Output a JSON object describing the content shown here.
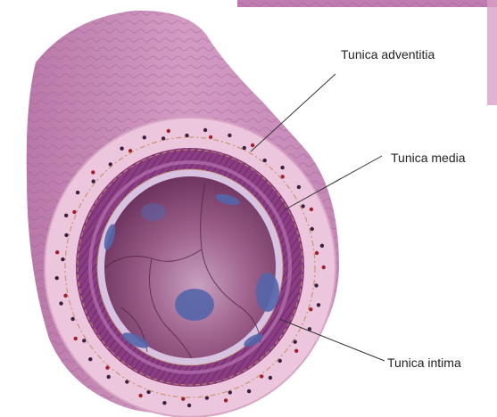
{
  "labels": {
    "adventitia": "Tunica adventitia",
    "media": "Tunica media",
    "intima": "Tunica intima"
  },
  "colors": {
    "outer_tube": "#c98bb8",
    "adventitia": "#ecc6dc",
    "media": "#8e3f86",
    "intima_lining": "#d8c2e2",
    "lumen": "#8a4c78",
    "nucleus": "#5566aa",
    "fibers": "#c08a5a",
    "dots_dark": "#3a2040",
    "dots_red": "#a02030"
  }
}
